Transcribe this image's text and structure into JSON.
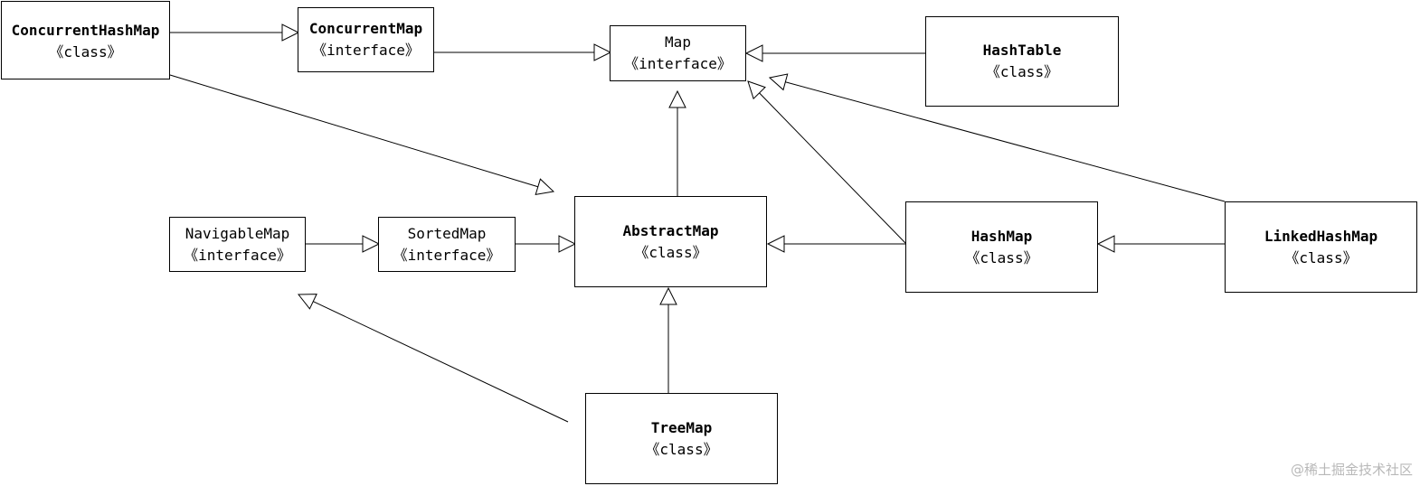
{
  "diagram": {
    "nodes": [
      {
        "id": "ConcurrentHashMap",
        "name": "ConcurrentHashMap",
        "stereotype": "《class》",
        "bold": true
      },
      {
        "id": "ConcurrentMap",
        "name": "ConcurrentMap",
        "stereotype": "《interface》",
        "bold": true
      },
      {
        "id": "Map",
        "name": "Map",
        "stereotype": "《interface》",
        "bold": false
      },
      {
        "id": "HashTable",
        "name": "HashTable",
        "stereotype": "《class》",
        "bold": true
      },
      {
        "id": "NavigableMap",
        "name": "NavigableMap",
        "stereotype": "《interface》",
        "bold": false
      },
      {
        "id": "SortedMap",
        "name": "SortedMap",
        "stereotype": "《interface》",
        "bold": false
      },
      {
        "id": "AbstractMap",
        "name": "AbstractMap",
        "stereotype": "《class》",
        "bold": true
      },
      {
        "id": "HashMap",
        "name": "HashMap",
        "stereotype": "《class》",
        "bold": true
      },
      {
        "id": "LinkedHashMap",
        "name": "LinkedHashMap",
        "stereotype": "《class》",
        "bold": true
      },
      {
        "id": "TreeMap",
        "name": "TreeMap",
        "stereotype": "《class》",
        "bold": true
      }
    ],
    "edges": [
      {
        "from": "ConcurrentHashMap",
        "to": "ConcurrentMap"
      },
      {
        "from": "ConcurrentMap",
        "to": "Map"
      },
      {
        "from": "HashTable",
        "to": "Map"
      },
      {
        "from": "AbstractMap",
        "to": "Map"
      },
      {
        "from": "HashMap",
        "to": "Map"
      },
      {
        "from": "LinkedHashMap",
        "to": "Map"
      },
      {
        "from": "ConcurrentHashMap",
        "to": "AbstractMap"
      },
      {
        "from": "NavigableMap",
        "to": "SortedMap"
      },
      {
        "from": "SortedMap",
        "to": "AbstractMap"
      },
      {
        "from": "HashMap",
        "to": "AbstractMap"
      },
      {
        "from": "LinkedHashMap",
        "to": "HashMap"
      },
      {
        "from": "TreeMap",
        "to": "AbstractMap"
      },
      {
        "from": "TreeMap",
        "to": "NavigableMap"
      }
    ],
    "edge_color": "#000000"
  },
  "watermark": "@稀土掘金技术社区"
}
